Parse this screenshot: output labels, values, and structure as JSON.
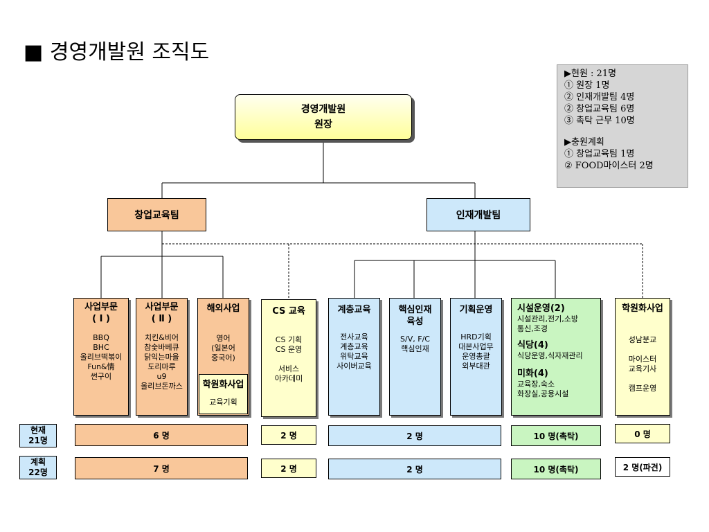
{
  "title": "■ 경영개발원 조직도",
  "info": {
    "lines": [
      "▶현원 : 21명",
      "① 원장 1명",
      "② 인재개발팀 4명",
      "② 창업교육팀 6명",
      "③ 촉탁 근무 10명",
      "",
      "▶충원계획",
      "① 창업교육팀 1명",
      "② FOOD마이스터 2명"
    ]
  },
  "director": {
    "org": "경영개발원",
    "role": "원장"
  },
  "teams": {
    "startup": "창업교육팀",
    "hr": "인재개발팀"
  },
  "units": [
    {
      "title": [
        "사업부문",
        "( Ⅰ )"
      ],
      "items": [
        "BBQ",
        "BHC",
        "올리브떡볶이",
        "Fun&情",
        "썬구이"
      ]
    },
    {
      "title": [
        "사업부문",
        "( Ⅱ )"
      ],
      "items": [
        "치킨&비어",
        "참숯바베큐",
        "닭익는마을",
        "도리마루",
        "u9",
        "올리브돈까스"
      ]
    },
    {
      "title": [
        "해외사업"
      ],
      "items": [
        "영어",
        "(일본어",
        "중국어)"
      ]
    },
    {
      "title": [
        "학원화사업"
      ],
      "items": [
        "교육기획"
      ]
    },
    {
      "title": [
        "CS 교육"
      ],
      "items": [
        "CS 기획",
        "CS 운영",
        "",
        "서비스",
        "아카데미"
      ]
    },
    {
      "title": [
        "계층교육"
      ],
      "items": [
        "전사교육",
        "계층교육",
        "위탁교육",
        "사이버교육"
      ]
    },
    {
      "title": [
        "핵심인재",
        "육성"
      ],
      "items": [
        "S/V, F/C",
        "핵심인재"
      ]
    },
    {
      "title": [
        "기획운영"
      ],
      "items": [
        "HRD기획",
        "대본사업무",
        "운영총괄",
        "외부대관"
      ]
    },
    {
      "sections": [
        {
          "title": "시설운영(2)",
          "items": [
            "시설관리,전기,소방",
            "통신,조경"
          ]
        },
        {
          "title": "식당(4)",
          "items": [
            "식당운영,식자재관리"
          ]
        },
        {
          "title": "미화(4)",
          "items": [
            "교육장,숙소",
            "화장실,공용시설"
          ]
        }
      ]
    },
    {
      "title": [
        "학원화사업"
      ],
      "items": [
        "성남분교",
        "",
        "마이스터",
        "교육기사",
        "",
        "캠프운영"
      ]
    }
  ],
  "rows": [
    {
      "label": [
        "현재",
        "21명"
      ],
      "cells": [
        "6 명",
        "2 명",
        "2 명",
        "10 명(촉탁)",
        "0 명"
      ]
    },
    {
      "label": [
        "계획",
        "22명"
      ],
      "cells": [
        "7 명",
        "2 명",
        "2 명",
        "10 명(촉탁)",
        "2 명(파견)"
      ]
    }
  ]
}
